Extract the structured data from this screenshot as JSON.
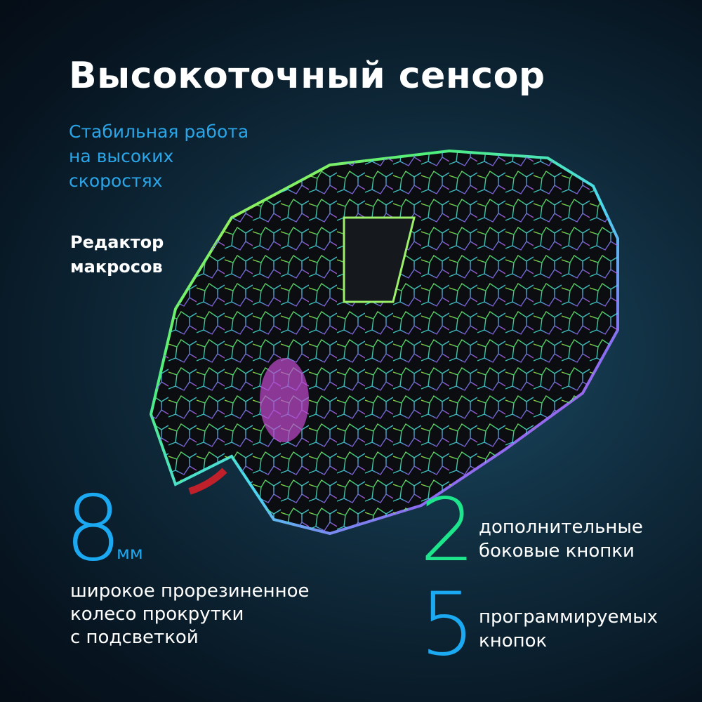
{
  "title": "Высокоточный сенсор",
  "subtitle": [
    "Стабильная работа",
    "на высоких",
    "скоростях"
  ],
  "macro_editor": [
    "Редактор",
    "макросов"
  ],
  "wheel": {
    "value": "8",
    "unit": "мм",
    "description": [
      "широкое прорезиненное",
      "колесо прокрутки",
      "с подсветкой"
    ]
  },
  "side_buttons": {
    "value": "2",
    "description": [
      "дополнительные",
      "боковые кнопки"
    ]
  },
  "programmable_buttons": {
    "value": "5",
    "description": [
      "программируемых",
      "кнопок"
    ]
  },
  "colors": {
    "accent_blue": "#1ba9f2",
    "accent_green": "#1de58b",
    "background": "#0f2a3b"
  },
  "product_image": "rgb-gaming-mouse"
}
